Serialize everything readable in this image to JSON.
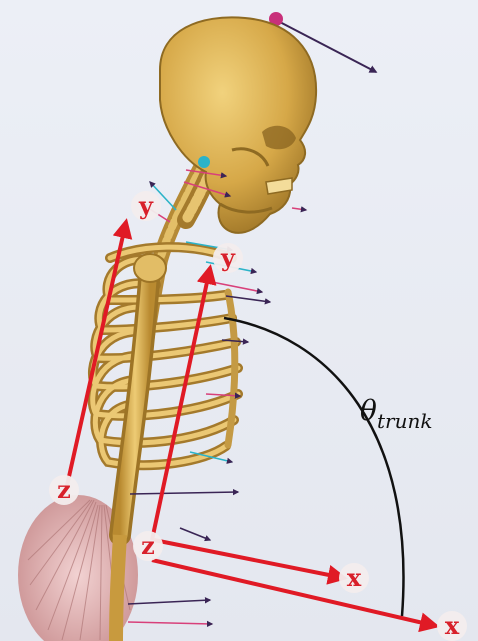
{
  "figure": {
    "angle_label": "θ",
    "angle_subscript": "trunk",
    "axis_labels": {
      "upper_y": "y",
      "chest_y": "y",
      "hip_z_left": "z",
      "hip_z_right": "z",
      "x_upper": "x",
      "x_lower": "x"
    },
    "colors": {
      "background": "#e9ecf4",
      "bone": "#d4a94a",
      "bone_shadow": "#9a7424",
      "axis_red": "#e01a25",
      "label_circle": "#f3eded",
      "marker_dark": "#3a2555",
      "marker_cyan": "#2bb3c8",
      "marker_pink": "#d8407a",
      "pelvis_muscle": "#e7b6b6"
    }
  }
}
